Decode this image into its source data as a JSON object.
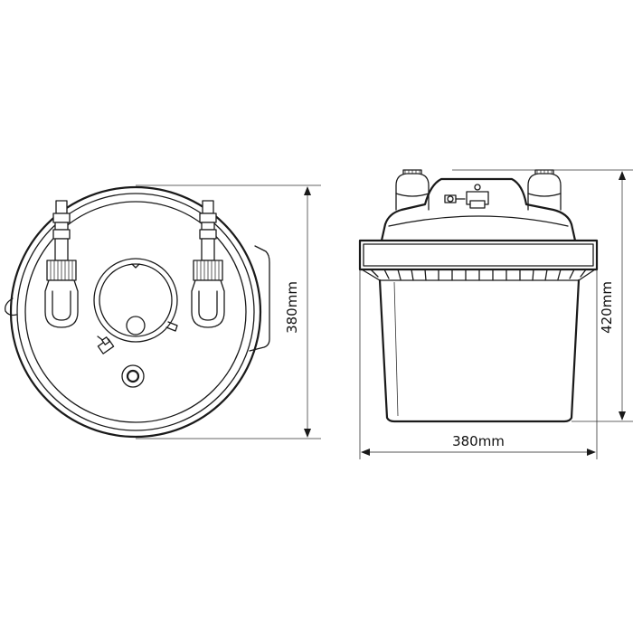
{
  "views": {
    "top": {
      "dimension_label": "380mm"
    },
    "side": {
      "width_label": "380mm",
      "height_label": "420mm"
    }
  },
  "colors": {
    "line": "#1a1a1a",
    "background": "#ffffff"
  }
}
